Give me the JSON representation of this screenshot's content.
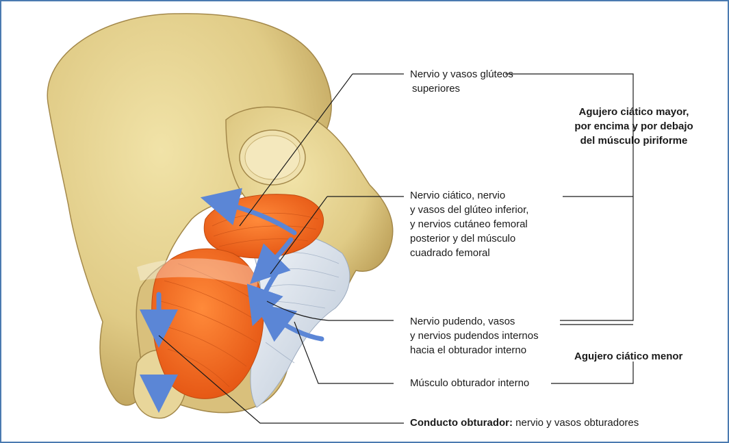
{
  "labels": {
    "superior_gluteal": [
      "Nervio y vasos glúteos",
      "superiores"
    ],
    "greater_foramen": [
      "Agujero ciático mayor,",
      "por encima y por debajo",
      "del músculo piriforme"
    ],
    "sciatic": [
      "Nervio ciático, nervio",
      "y vasos del glúteo inferior,",
      "y nervios cutáneo femoral",
      "posterior y del músculo",
      "cuadrado femoral"
    ],
    "pudendal": [
      "Nervio pudendo, vasos",
      "y nervios pudendos internos",
      "hacia el obturador interno"
    ],
    "lesser_foramen": "Agujero ciático menor",
    "obturator_internus": "Músculo obturador interno",
    "obturator_canal_bold": "Conducto obturador:",
    "obturator_canal_rest": " nervio y vasos obturadores"
  },
  "colors": {
    "frame": "#4a7ab0",
    "bone": "#e3d08e",
    "bone_shadow": "#b89a52",
    "muscle": "#f0641e",
    "ligament": "#dfe6ef",
    "arrow": "#5b86d6"
  }
}
